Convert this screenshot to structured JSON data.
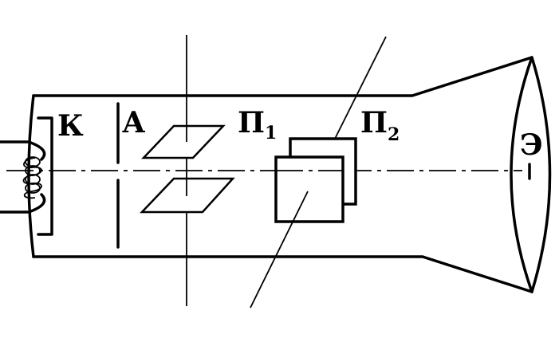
{
  "labels": {
    "cathode": "К",
    "anode": "А",
    "plate1_main": "П",
    "plate1_sub": "1",
    "plate2_main": "П",
    "plate2_sub": "2",
    "screen": "Э"
  },
  "colors": {
    "line": "#000000",
    "background": "#ffffff"
  }
}
